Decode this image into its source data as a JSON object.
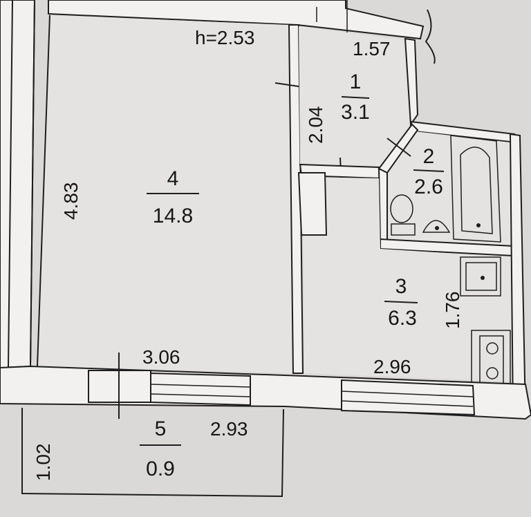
{
  "plan": {
    "ceiling_height": "h=2.53",
    "rooms": [
      {
        "number": "1",
        "area": "3.1"
      },
      {
        "number": "2",
        "area": "2.6"
      },
      {
        "number": "3",
        "area": "6.3"
      },
      {
        "number": "4",
        "area": "14.8"
      },
      {
        "number": "5",
        "area": "0.9"
      }
    ],
    "dimensions": {
      "room4_height": "4.83",
      "room4_width": "3.06",
      "room1_height": "2.04",
      "room1_width": "1.57",
      "room3_height": "1.76",
      "room3_width": "2.96",
      "balcony_width": "2.93",
      "balcony_depth": "1.02"
    }
  }
}
